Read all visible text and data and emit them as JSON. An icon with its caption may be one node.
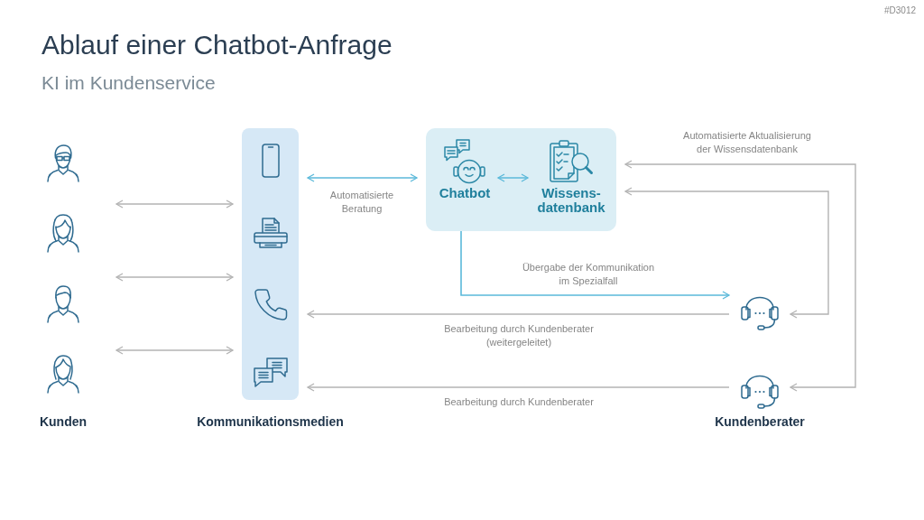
{
  "diagram": {
    "title": "Ablauf einer Chatbot-Anfrage",
    "nodes": [
      {
        "text": [
          "Kommunikationsmedien"
        ]
      },
      {
        "text": [],
        "shape": "box"
      },
      {
        "text": [
          "Chatbot"
        ],
        "in": 1
      },
      {
        "text": [
          "Wissens- datenbank"
        ],
        "in": 1
      },
      {
        "text": [],
        "shape": "picture"
      },
      {
        "text": [],
        "shape": "picture"
      }
    ],
    "edges": [
      {
        "from": null,
        "to": 0,
        "arrow": "both"
      },
      {
        "from": null,
        "to": 0,
        "arrow": "both"
      },
      {
        "from": null,
        "to": 0,
        "arrow": "both"
      },
      {
        "from": 0,
        "to": 1,
        "arrow": "both",
        "label": "Automatisierte Beratung",
        "color": "#5bb9da"
      },
      {
        "from": 2,
        "to": 3,
        "arrow": "both",
        "color": "#5bb9da"
      },
      {
        "from": 1,
        "to": 4,
        "arrow": "to",
        "label": "Übergabe der Kommunikation im Spezialfall",
        "color": "#5bb9da"
      },
      {
        "from": 5,
        "to": 1,
        "arrow": "both",
        "label": "Automatisierte Aktualisierung der Wissensdatenbank"
      },
      {
        "from": 4,
        "to": 1,
        "arrow": "both"
      },
      {
        "from": 4,
        "to": 0,
        "arrow": "to",
        "label": "Bearbeitung durch Kundenberater (weitergeleitet)"
      },
      {
        "from": 5,
        "to": 0,
        "arrow": "to",
        "label": "Bearbeitung durch Kundenberater"
      }
    ],
    "labels": [
      "#D3012",
      "KI im Kundenservice",
      "Kunden",
      "Kundenberater"
    ]
  }
}
